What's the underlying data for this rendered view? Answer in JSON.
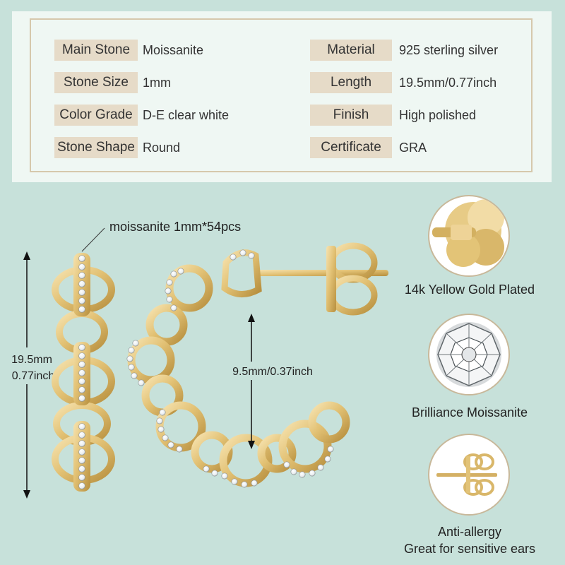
{
  "specs": {
    "left": [
      {
        "label": "Main Stone",
        "value": "Moissanite"
      },
      {
        "label": "Stone Size",
        "value": "1mm"
      },
      {
        "label": "Color Grade",
        "value": "D-E clear white"
      },
      {
        "label": "Stone Shape",
        "value": "Round"
      }
    ],
    "right": [
      {
        "label": "Material",
        "value": "925 sterling silver"
      },
      {
        "label": "Length",
        "value": "19.5mm/0.77inch"
      },
      {
        "label": "Finish",
        "value": "High polished"
      },
      {
        "label": "Certificate",
        "value": "GRA"
      }
    ]
  },
  "product": {
    "stone_callout": "moissanite 1mm*54pcs",
    "height_mm": "19.5mm",
    "height_inch": "0.77inch",
    "inner_dim": "9.5mm/0.37inch"
  },
  "features": [
    {
      "label": "14k Yellow Gold Plated",
      "icon": "gold-backing-icon"
    },
    {
      "label": "Brilliance Moissanite",
      "icon": "diamond-icon"
    },
    {
      "label": "Anti-allergy",
      "label2": "Great for sensitive ears",
      "icon": "ear-post-icon"
    }
  ],
  "colors": {
    "background": "#c7e1da",
    "panel": "#eff7f3",
    "label_bg": "#e6dbc8",
    "gold": "#e3c67c"
  }
}
